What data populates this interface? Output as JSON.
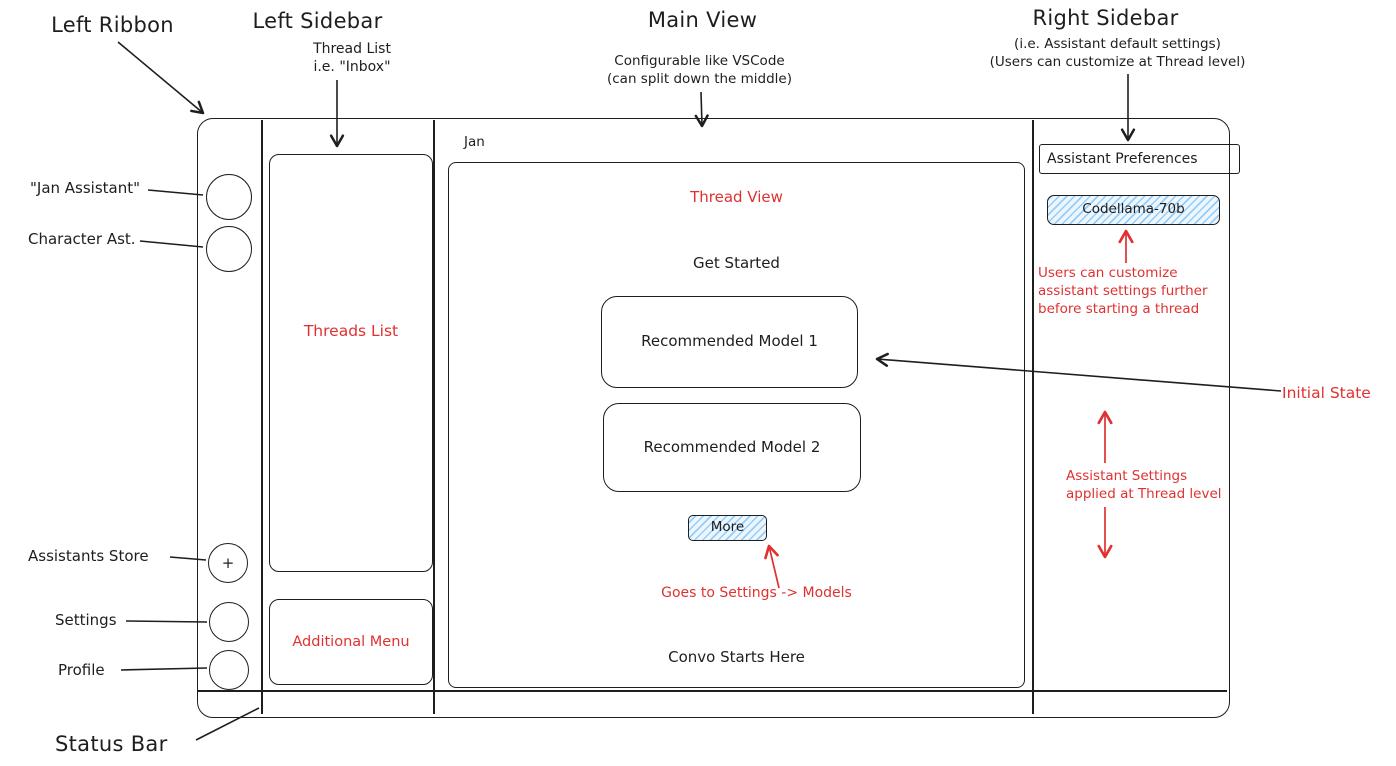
{
  "colors": {
    "ink": "#1e1e1e",
    "annotation_red": "#e03131",
    "hatch_blue": "#a5d8ff"
  },
  "callouts": {
    "left_ribbon": "Left Ribbon",
    "left_sidebar": "Left Sidebar",
    "left_sidebar_note_line1": "Thread List",
    "left_sidebar_note_line2": "i.e. \"Inbox\"",
    "main_view": "Main View",
    "main_view_note_line1": "Configurable like VSCode",
    "main_view_note_line2": "(can split down the middle)",
    "right_sidebar": "Right Sidebar",
    "right_sidebar_note_line1": "(i.e. Assistant default settings)",
    "right_sidebar_note_line2": "(Users can customize at Thread level)",
    "jan_assistant": "\"Jan Assistant\"",
    "character_ast": "Character Ast.",
    "assistants_store": "Assistants Store",
    "settings": "Settings",
    "profile": "Profile",
    "status_bar": "Status Bar",
    "initial_state": "Initial State"
  },
  "ribbon": {
    "plus": "+"
  },
  "left_sidebar": {
    "threads_list": "Threads List",
    "additional_menu": "Additional Menu"
  },
  "main_view": {
    "window_title": "Jan",
    "thread_view": "Thread View",
    "get_started": "Get Started",
    "recommended_model_1": "Recommended Model 1",
    "recommended_model_2": "Recommended Model 2",
    "more": "More",
    "convo_starts_here": "Convo Starts Here",
    "more_note": "Goes to Settings -> Models"
  },
  "right_sidebar": {
    "header": "Assistant Preferences",
    "model_chip": "Codellama-70b",
    "customize_note_line1": "Users can customize",
    "customize_note_line2": "assistant settings further",
    "customize_note_line3": "before starting a thread",
    "thread_note_line1": "Assistant Settings",
    "thread_note_line2": "applied at Thread level"
  }
}
